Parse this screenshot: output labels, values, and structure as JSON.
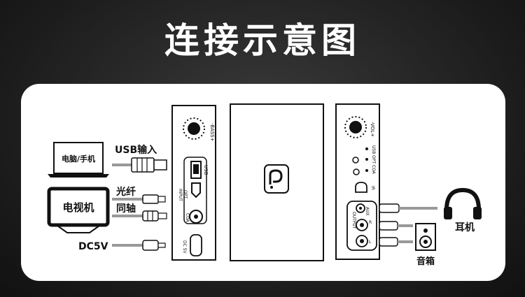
{
  "title": "连接示意图",
  "sources": {
    "pc_phone": "电脑/手机",
    "usb_in": "USB输入",
    "tv": "电视机",
    "optical": "光纤",
    "coaxial": "同轴",
    "dc": "DC5V"
  },
  "back_panel": {
    "bass": "-BASS+",
    "usb": "USB",
    "input": "INPUT",
    "opt": "OPT",
    "coa": "COA",
    "dc": "DC 5V"
  },
  "front_panel": {
    "vol": "-VOL+",
    "indicators": [
      "USB",
      "OPT",
      "COA"
    ],
    "ir": "IR",
    "output": "OUTPUT",
    "aux": "AUX",
    "r": "R",
    "l": "L"
  },
  "outputs": {
    "headphone": "耳机",
    "speaker": "音箱"
  }
}
